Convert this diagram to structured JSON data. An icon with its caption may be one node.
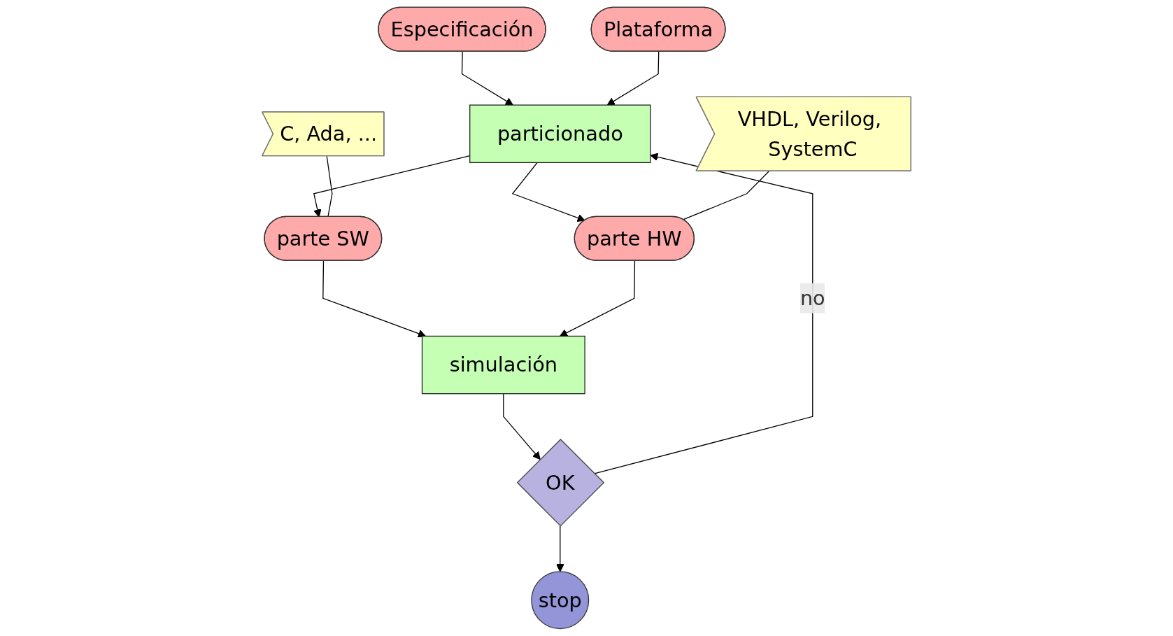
{
  "diagram": {
    "nodes": [
      {
        "text": [
          "Especificación"
        ]
      },
      {
        "text": [
          "Plataforma"
        ]
      },
      {
        "text": [
          "particionado"
        ]
      },
      {
        "text": [
          "C, Ada, ..."
        ]
      },
      {
        "text": [
          "parte SW"
        ]
      },
      {
        "text": [
          "parte HW"
        ]
      },
      {
        "text": [
          "VHDL, Verilog, SystemC"
        ]
      },
      {
        "text": [
          "simulación"
        ]
      },
      {
        "text": [
          "OK"
        ]
      },
      {
        "text": [
          "stop"
        ]
      }
    ],
    "edges": [
      {
        "from": 0,
        "to": 2,
        "arrow": "to"
      },
      {
        "from": 1,
        "to": 2,
        "arrow": "to"
      },
      {
        "from": 2,
        "to": 4,
        "arrow": "to"
      },
      {
        "from": 2,
        "to": 5,
        "arrow": "to"
      },
      {
        "from": 3,
        "to": 4,
        "arrow": "none"
      },
      {
        "from": 6,
        "to": 5,
        "arrow": "none"
      },
      {
        "from": 4,
        "to": 7,
        "arrow": "to"
      },
      {
        "from": 5,
        "to": 7,
        "arrow": "to"
      },
      {
        "from": 7,
        "to": 8,
        "arrow": "to"
      },
      {
        "from": 8,
        "to": 9,
        "arrow": "to"
      },
      {
        "from": 8,
        "to": 2,
        "label": "no",
        "arrow": "to"
      }
    ]
  }
}
